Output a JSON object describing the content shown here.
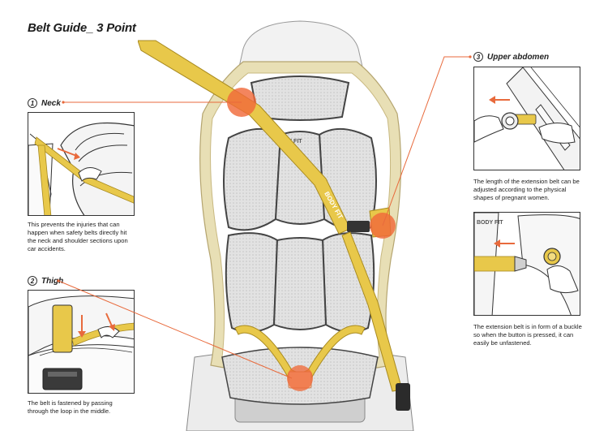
{
  "title": "Belt Guide_ 3 Point",
  "sections": {
    "neck": {
      "number": "1",
      "label": "Neck",
      "description": "This prevents the injuries that can happen when safety belts directly hit the neck and shoulder sections upon car accidents."
    },
    "thigh": {
      "number": "2",
      "label": "Thigh",
      "description": "The belt is fastened by passing through the loop in the middle."
    },
    "upper_abdomen": {
      "number": "3",
      "label": "Upper abdomen",
      "description_1": "The length of the extension belt can be adjusted according to the physical shapes of pregnant women.",
      "description_2": "The extension belt is in form of a buckle so when the button is pressed, it can easily be unfastened."
    }
  },
  "seat_branding": {
    "back_logo": "BODY FIT",
    "belt_logo": "BODY FIT",
    "buckle_logo": "BODY FIT"
  },
  "colors": {
    "belt": "#e8c84a",
    "belt_dark": "#c9a92e",
    "highlight": "#f06a3a",
    "leader_line": "#e86a3c",
    "shell": "#e4d9a8",
    "mesh": "#d7d7d7"
  }
}
